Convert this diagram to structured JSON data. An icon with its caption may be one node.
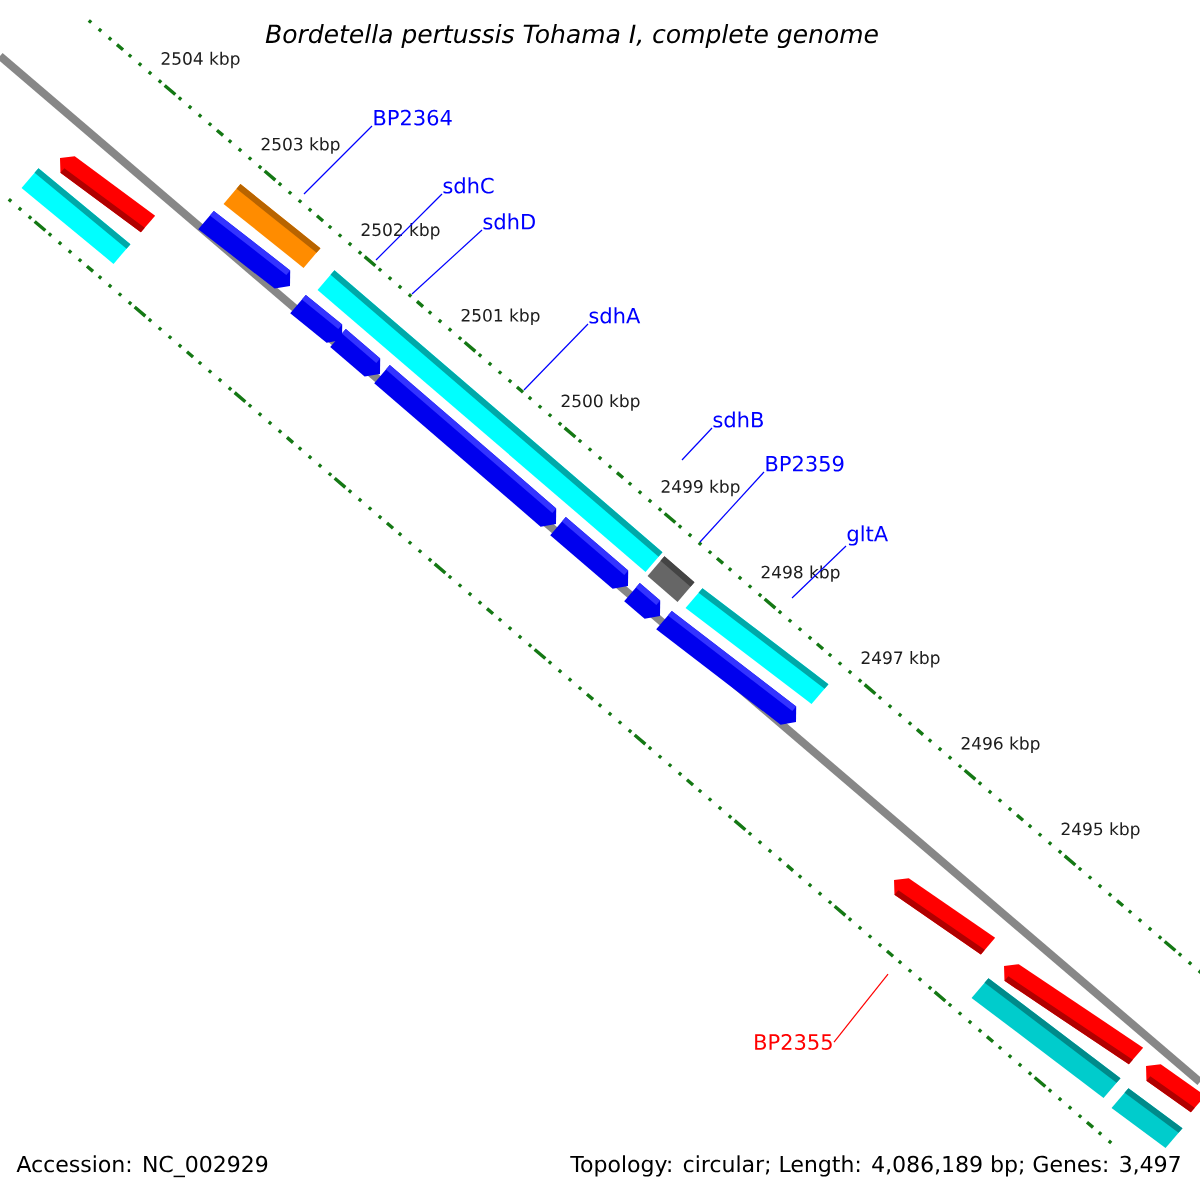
{
  "diagram": {
    "title": "*Bordetella pertussis* Tohama I, complete genome",
    "nodes": [
      {
        "text": [
          "BP2364"
        ]
      },
      {
        "text": [
          "sdhC"
        ]
      },
      {
        "text": [
          "sdhD"
        ]
      },
      {
        "text": [
          "sdhA"
        ]
      },
      {
        "text": [
          "sdhB"
        ]
      },
      {
        "text": [
          "BP2359"
        ]
      },
      {
        "text": [
          "gltA"
        ]
      },
      {
        "text": [
          "BP2355"
        ]
      }
    ],
    "edges": [
      {
        "from": 0,
        "to": null,
        "arrow": "none"
      },
      {
        "from": 1,
        "to": null,
        "arrow": "none"
      },
      {
        "from": 2,
        "to": null,
        "arrow": "none"
      },
      {
        "from": 3,
        "to": null,
        "arrow": "none"
      },
      {
        "from": 4,
        "to": null,
        "arrow": "none"
      },
      {
        "from": 5,
        "to": null,
        "arrow": "none"
      },
      {
        "from": 6,
        "to": null,
        "arrow": "none"
      },
      {
        "from": 7,
        "to": null,
        "arrow": "none",
        "color": "#ff0000"
      }
    ],
    "labels": [
      "2504 kbp",
      "2503 kbp",
      "2502 kbp",
      "2501 kbp",
      "2500 kbp",
      "2499 kbp",
      "2498 kbp",
      "2497 kbp",
      "2496 kbp",
      "2495 kbp",
      "Accession: NC_002929",
      "Topology: circular; Length: 4,086,189 bp; Genes: 3,497"
    ]
  }
}
